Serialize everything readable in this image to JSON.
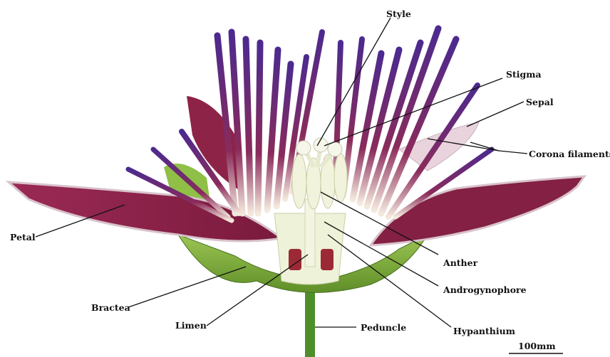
{
  "labels": {
    "style": "Style",
    "stigma": "Stigma",
    "sepal": "Sepal",
    "corona_filaments": "Corona filaments",
    "petal": "Petal",
    "anther": "Anther",
    "androgynophore": "Androgynophore",
    "bractea": "Bractea",
    "limen": "Limen",
    "peduncle": "Peduncle",
    "hypanthium": "Hypanthium"
  },
  "scale_bar": {
    "text": "100mm"
  },
  "colors": {
    "petal": "#8a1f45",
    "petal_edge": "#c9a0b0",
    "corona": "#5a2a8c",
    "corona_band": "#f3e6da",
    "bract": "#7fae3c",
    "androgynophore": "#f1f4df",
    "stalk": "#4f8f2a"
  }
}
